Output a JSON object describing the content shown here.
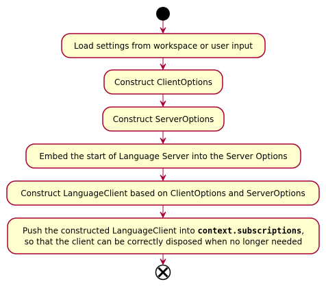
{
  "diagram": {
    "type": "activity",
    "activities": [
      {
        "id": "load-settings",
        "lines": [
          [
            {
              "text": "Load settings from workspace or user input"
            }
          ]
        ]
      },
      {
        "id": "construct-client-options",
        "lines": [
          [
            {
              "text": "Construct ClientOptions"
            }
          ]
        ]
      },
      {
        "id": "construct-server-options",
        "lines": [
          [
            {
              "text": "Construct ServerOptions"
            }
          ]
        ]
      },
      {
        "id": "embed-language-server",
        "lines": [
          [
            {
              "text": "Embed the start of Language Server into the Server Options"
            }
          ]
        ]
      },
      {
        "id": "construct-language-client",
        "lines": [
          [
            {
              "text": "Construct LanguageClient based on ClientOptions and ServerOptions"
            }
          ]
        ]
      },
      {
        "id": "push-subscriptions",
        "lines": [
          [
            {
              "text": "Push the constructed LanguageClient into "
            },
            {
              "text": "context.subscriptions",
              "bold": true
            },
            {
              "text": ","
            }
          ],
          [
            {
              "text": "so that the client can be correctly disposed when no longer needed"
            }
          ]
        ]
      }
    ],
    "colors": {
      "node_fill": "#FEFECE",
      "node_border": "#A80036",
      "arrow": "#A80036",
      "start": "#000000",
      "end": "#000000"
    }
  }
}
